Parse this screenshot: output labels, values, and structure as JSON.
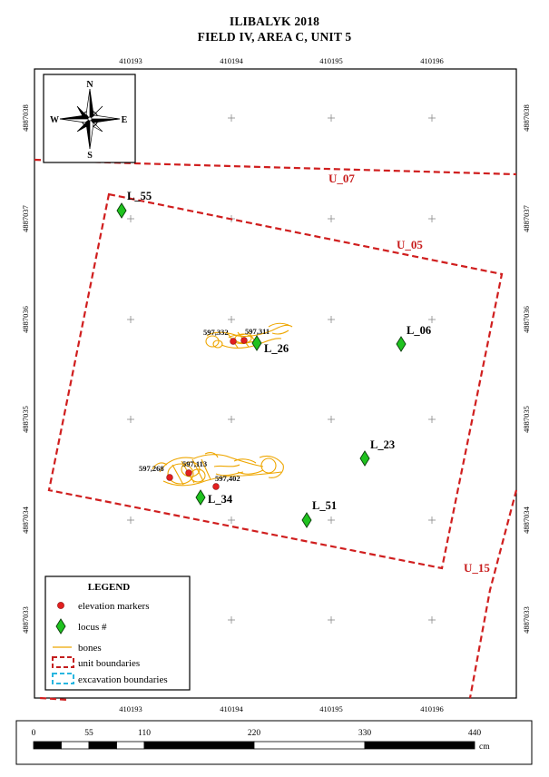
{
  "title": {
    "line1": "ILIBALYK 2018",
    "line2": "FIELD IV, AREA C, UNIT 5"
  },
  "grid": {
    "x_ticks": [
      "410193",
      "410194",
      "410195",
      "410196"
    ],
    "y_ticks": [
      "4887038",
      "4887037",
      "4887036",
      "4887035",
      "4887034",
      "4887033"
    ]
  },
  "compass": {
    "n": "N",
    "s": "S",
    "e": "E",
    "w": "W"
  },
  "units": [
    {
      "id": "U_07"
    },
    {
      "id": "U_05"
    },
    {
      "id": "U_15"
    }
  ],
  "loci": [
    {
      "id": "L_55"
    },
    {
      "id": "L_06"
    },
    {
      "id": "L_26"
    },
    {
      "id": "L_23"
    },
    {
      "id": "L_34"
    },
    {
      "id": "L_51"
    }
  ],
  "elevations": [
    {
      "value": "597,332"
    },
    {
      "value": "597,311"
    },
    {
      "value": "597,268"
    },
    {
      "value": "597,113"
    },
    {
      "value": "597,402"
    }
  ],
  "legend": {
    "title": "LEGEND",
    "items": [
      {
        "label": "elevation markers",
        "color": "#e21f1f"
      },
      {
        "label": "locus #",
        "color": "#1fc21f"
      },
      {
        "label": "bones",
        "color": "#f0a500"
      },
      {
        "label": "unit boundaries",
        "color": "#c41e1e"
      },
      {
        "label": "excavation boundaries",
        "color": "#29b6e0"
      }
    ]
  },
  "scalebar": {
    "labels": [
      "0",
      "55",
      "110",
      "220",
      "330",
      "440"
    ],
    "unit": "cm"
  }
}
